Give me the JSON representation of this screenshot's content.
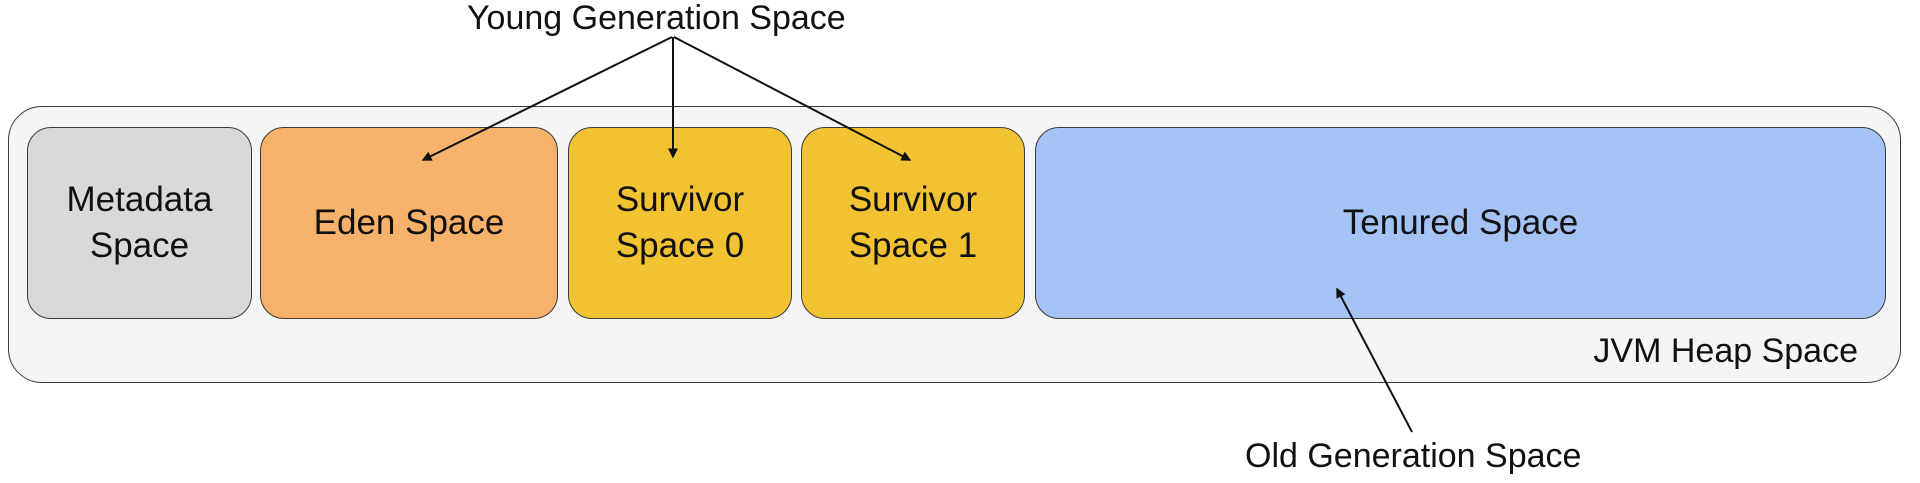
{
  "diagram": {
    "labels": {
      "young_generation": "Young Generation Space",
      "old_generation": "Old Generation Space",
      "heap": "JVM Heap Space"
    },
    "boxes": [
      {
        "id": "metadata",
        "label": "Metadata\nSpace",
        "color": "#d9d9d9"
      },
      {
        "id": "eden",
        "label": "Eden Space",
        "color": "#f6b26b"
      },
      {
        "id": "survivor0",
        "label": "Survivor\nSpace 0",
        "color": "#f1c232"
      },
      {
        "id": "survivor1",
        "label": "Survivor\nSpace 1",
        "color": "#f1c232"
      },
      {
        "id": "tenured",
        "label": "Tenured Space",
        "color": "#a4c2f4"
      }
    ],
    "relations": [
      {
        "from": "young_generation",
        "to": "eden"
      },
      {
        "from": "young_generation",
        "to": "survivor0"
      },
      {
        "from": "young_generation",
        "to": "survivor1"
      },
      {
        "from": "old_generation",
        "to": "tenured"
      }
    ],
    "colors": {
      "heap_fill": "#f5f5f5",
      "stroke": "#3a3a3a",
      "text": "#111111"
    }
  }
}
